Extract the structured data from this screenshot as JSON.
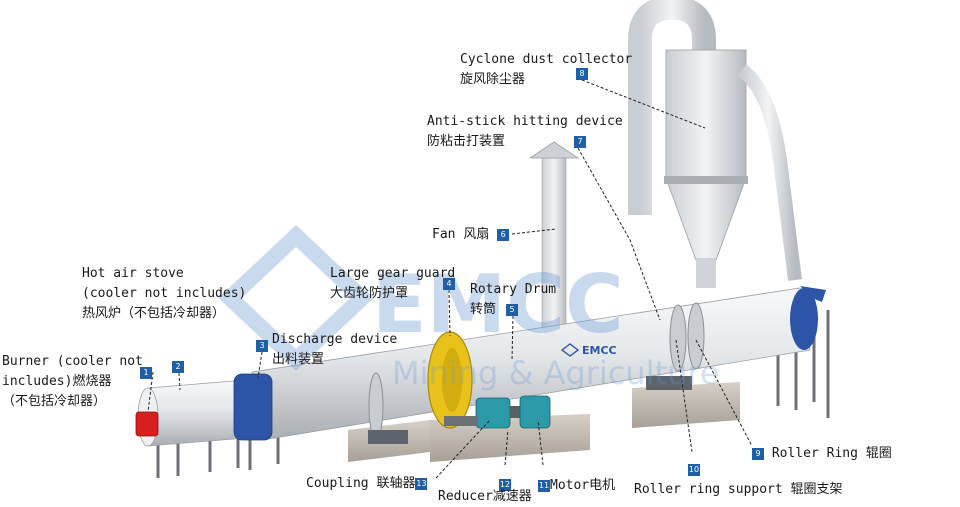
{
  "components": [
    {
      "num": "1",
      "en": "Burner (cooler not",
      "en2": "includes)燃烧器",
      "cn": "（不包括冷却器）"
    },
    {
      "num": "2",
      "en": "Hot air stove",
      "en2": "(cooler not includes)",
      "cn": "热风炉（不包括冷却器）"
    },
    {
      "num": "3",
      "en": "Discharge device",
      "cn": "出料装置"
    },
    {
      "num": "4",
      "en": "Large gear guard",
      "cn": "大齿轮防护罩"
    },
    {
      "num": "5",
      "en": "Rotary Drum",
      "cn": "转筒"
    },
    {
      "num": "6",
      "en": "Fan",
      "cn": "风扇"
    },
    {
      "num": "7",
      "en": "Anti-stick hitting device",
      "cn": "防粘击打装置"
    },
    {
      "num": "8",
      "en": "Cyclone dust collector",
      "cn": "旋风除尘器"
    },
    {
      "num": "9",
      "en": "Roller Ring",
      "cn": "辊圈"
    },
    {
      "num": "10",
      "en": "Roller ring support",
      "cn": "辊圈支架"
    },
    {
      "num": "11",
      "en": "Motor",
      "cn": "电机"
    },
    {
      "num": "12",
      "en": "Reducer",
      "cn": "减速器"
    },
    {
      "num": "13",
      "en": "Coupling",
      "cn": "联轴器"
    }
  ],
  "watermark": {
    "brand": "EMCC",
    "tagline": "Mining & Agriculture",
    "drum_logo": "EMCC"
  },
  "colors": {
    "badge": "#1f5fa6",
    "drum": "#e6e9ec",
    "flange": "#2c55a8",
    "gear_guard": "#e8c21a",
    "burner": "#d81f1f",
    "reducer": "#2a9aa8",
    "base": "#bdb4a8"
  }
}
